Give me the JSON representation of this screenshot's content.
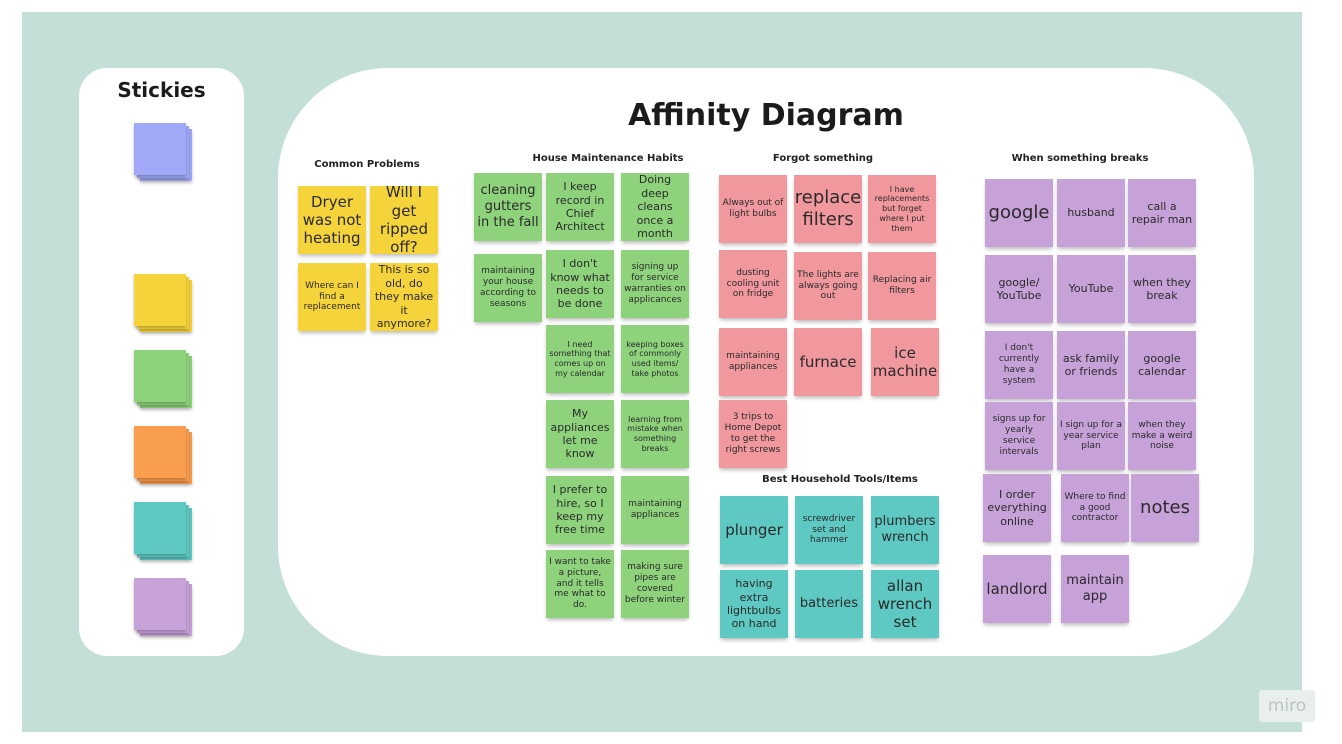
{
  "sidebar": {
    "title": "Stickies",
    "colors": [
      "#a0a8f7",
      "#f5d33b",
      "#8ed37c",
      "#f99d4f",
      "#5ec9c2",
      "#c7a2d9"
    ]
  },
  "diagram": {
    "title": "Affinity Diagram",
    "groups": {
      "common_problems": {
        "title": "Common Problems",
        "notes": [
          "Dryer was not heating",
          "Will I get ripped off?",
          "Where can I find a replacement",
          "This is so old, do they make it anymore?"
        ]
      },
      "house_maintenance": {
        "title": "House Maintenance Habits",
        "notes": [
          "cleaning gutters in the fall",
          "I keep record in Chief Architect",
          "Doing deep cleans once a month",
          "maintaining your house according to seasons",
          "I don't know what needs to be done",
          "signing up for service warranties on applicances",
          "I need something that comes up on my calendar",
          "keeping boxes of commonly used items/ take photos",
          "My appliances let me know",
          "learning from mistake when something breaks",
          "I prefer to hire, so I keep my free time",
          "maintaining appliances",
          "I want to take a picture, and it tells me what to do.",
          "making sure pipes are covered before winter"
        ]
      },
      "forgot_something": {
        "title": "Forgot something",
        "notes": [
          "Always out of light bulbs",
          "replace filters",
          "I have replacements but forget where I put them",
          "dusting cooling unit on fridge",
          "The lights are always going out",
          "Replacing air filters",
          "maintaining appliances",
          "furnace",
          "ice machine",
          "3 trips to Home Depot to get the right screws"
        ]
      },
      "best_tools": {
        "title": "Best Household Tools/Items",
        "notes": [
          "plunger",
          "screwdriver set and hammer",
          "plumbers wrench",
          "having extra lightbulbs on hand",
          "batteries",
          "allan wrench set"
        ]
      },
      "when_breaks": {
        "title": "When something breaks",
        "notes": [
          "google",
          "husband",
          "call a repair man",
          "google/ YouTube",
          "YouTube",
          "when they break",
          "I don't currently have a system",
          "ask family or friends",
          "google calendar",
          "signs up for yearly service intervals",
          "I sign up for a year service plan",
          "when they make a weird noise",
          "I order everything online",
          "Where to find a good contractor",
          "notes",
          "landlord",
          "maintain app"
        ]
      }
    }
  },
  "watermark": "miro"
}
